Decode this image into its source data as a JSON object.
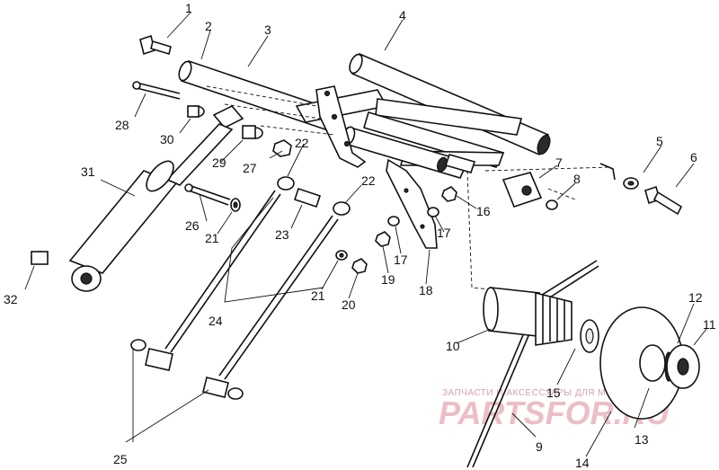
{
  "diagram": {
    "labels": [
      "1",
      "2",
      "3",
      "4",
      "5",
      "6",
      "7",
      "8",
      "9",
      "10",
      "11",
      "12",
      "13",
      "14",
      "15",
      "16",
      "17",
      "17",
      "18",
      "19",
      "20",
      "21",
      "21",
      "22",
      "22",
      "23",
      "24",
      "25",
      "26",
      "27",
      "28",
      "29",
      "30",
      "31",
      "32"
    ],
    "watermark": {
      "caption": "ЗАПЧАСТИ И АКСЕССУАРЫ ДЛЯ МОТОТЕХНИКИ",
      "brand": "PARTSFOR.RU"
    }
  }
}
